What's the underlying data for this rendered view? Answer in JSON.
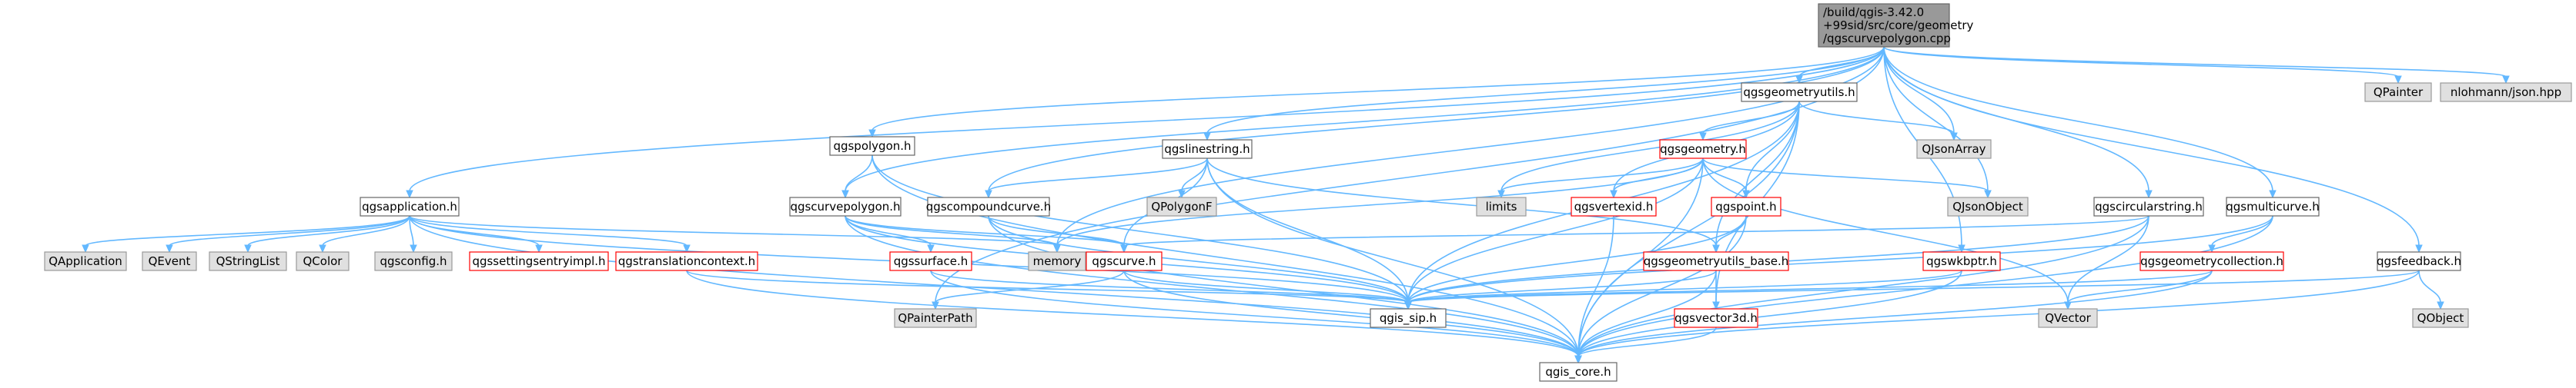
{
  "colors": {
    "root_fill": "#999999",
    "root_stroke": "#666666",
    "normal_fill": "#ffffff",
    "normal_stroke": "#666666",
    "red_stroke": "#ff0000",
    "grey_fill": "#e0e0e0",
    "grey_stroke": "#999999",
    "edge": "#63b8ff"
  },
  "nodes": [
    {
      "id": "root",
      "kind": "root",
      "lines": [
        "/build/qgis-3.42.0",
        "+99sid/src/core/geometry",
        "/qgscurvepolygon.cpp"
      ]
    },
    {
      "id": "qgspolygon_h",
      "kind": "normal",
      "lines": [
        "qgspolygon.h"
      ]
    },
    {
      "id": "qgslinestring_h",
      "kind": "normal",
      "lines": [
        "qgslinestring.h"
      ]
    },
    {
      "id": "qgsgeometryutils_h",
      "kind": "normal",
      "lines": [
        "qgsgeometryutils.h"
      ]
    },
    {
      "id": "qgscircularstring_h",
      "kind": "normal",
      "lines": [
        "qgscircularstring.h"
      ]
    },
    {
      "id": "qgsmulticurve_h",
      "kind": "normal",
      "lines": [
        "qgsmulticurve.h"
      ]
    },
    {
      "id": "qgsfeedback_h",
      "kind": "normal",
      "lines": [
        "qgsfeedback.h"
      ]
    },
    {
      "id": "QPainter",
      "kind": "grey",
      "lines": [
        "QPainter"
      ]
    },
    {
      "id": "nlohmann",
      "kind": "grey",
      "lines": [
        "nlohmann/json.hpp"
      ]
    },
    {
      "id": "qgsapplication_h",
      "kind": "normal",
      "lines": [
        "qgsapplication.h"
      ]
    },
    {
      "id": "qgscurvepolygon_h",
      "kind": "normal",
      "lines": [
        "qgscurvepolygon.h"
      ]
    },
    {
      "id": "qgscompoundcurve_h",
      "kind": "normal",
      "lines": [
        "qgscompoundcurve.h"
      ]
    },
    {
      "id": "QPolygonF",
      "kind": "grey",
      "lines": [
        "QPolygonF"
      ]
    },
    {
      "id": "qgsgeometry_h",
      "kind": "red",
      "lines": [
        "qgsgeometry.h"
      ]
    },
    {
      "id": "limits",
      "kind": "grey",
      "lines": [
        "limits"
      ]
    },
    {
      "id": "qgsvertexid_h",
      "kind": "red",
      "lines": [
        "qgsvertexid.h"
      ]
    },
    {
      "id": "qgspoint_h",
      "kind": "red",
      "lines": [
        "qgspoint.h"
      ]
    },
    {
      "id": "QJsonArray",
      "kind": "grey",
      "lines": [
        "QJsonArray"
      ]
    },
    {
      "id": "QJsonObject",
      "kind": "grey",
      "lines": [
        "QJsonObject"
      ]
    },
    {
      "id": "QApplication",
      "kind": "grey",
      "lines": [
        "QApplication"
      ]
    },
    {
      "id": "QEvent",
      "kind": "grey",
      "lines": [
        "QEvent"
      ]
    },
    {
      "id": "QStringList",
      "kind": "grey",
      "lines": [
        "QStringList"
      ]
    },
    {
      "id": "QColor",
      "kind": "grey",
      "lines": [
        "QColor"
      ]
    },
    {
      "id": "qgsconfig_h",
      "kind": "grey",
      "lines": [
        "qgsconfig.h"
      ]
    },
    {
      "id": "qgssettingsentryimpl_h",
      "kind": "red",
      "lines": [
        "qgssettingsentryimpl.h"
      ]
    },
    {
      "id": "qgstranslationcontext_h",
      "kind": "red",
      "lines": [
        "qgstranslationcontext.h"
      ]
    },
    {
      "id": "qgssurface_h",
      "kind": "red",
      "lines": [
        "qgssurface.h"
      ]
    },
    {
      "id": "memory",
      "kind": "grey",
      "lines": [
        "memory"
      ]
    },
    {
      "id": "qgscurve_h",
      "kind": "red",
      "lines": [
        "qgscurve.h"
      ]
    },
    {
      "id": "qgsgeometryutils_base_h",
      "kind": "red",
      "lines": [
        "qgsgeometryutils_base.h"
      ]
    },
    {
      "id": "qgswkbptr_h",
      "kind": "red",
      "lines": [
        "qgswkbptr.h"
      ]
    },
    {
      "id": "qgsgeometrycollection_h",
      "kind": "red",
      "lines": [
        "qgsgeometrycollection.h"
      ]
    },
    {
      "id": "QPainterPath",
      "kind": "grey",
      "lines": [
        "QPainterPath"
      ]
    },
    {
      "id": "qgis_sip_h",
      "kind": "normal",
      "lines": [
        "qgis_sip.h"
      ]
    },
    {
      "id": "qgsvector3d_h",
      "kind": "red",
      "lines": [
        "qgsvector3d.h"
      ]
    },
    {
      "id": "QVector",
      "kind": "grey",
      "lines": [
        "QVector"
      ]
    },
    {
      "id": "QObject",
      "kind": "grey",
      "lines": [
        "QObject"
      ]
    },
    {
      "id": "qgis_core_h",
      "kind": "normal",
      "lines": [
        "qgis_core.h"
      ]
    }
  ],
  "edges": [
    [
      "root",
      "qgsapplication_h"
    ],
    [
      "root",
      "qgspolygon_h"
    ],
    [
      "root",
      "qgscurvepolygon_h"
    ],
    [
      "root",
      "qgscompoundcurve_h"
    ],
    [
      "root",
      "qgslinestring_h"
    ],
    [
      "root",
      "qgsgeometryutils_h"
    ],
    [
      "root",
      "qgscircularstring_h"
    ],
    [
      "root",
      "qgsmulticurve_h"
    ],
    [
      "root",
      "qgsfeedback_h"
    ],
    [
      "root",
      "QPainter"
    ],
    [
      "root",
      "nlohmann"
    ],
    [
      "root",
      "QJsonArray"
    ],
    [
      "root",
      "QJsonObject"
    ],
    [
      "root",
      "memory"
    ],
    [
      "root",
      "qgswkbptr_h"
    ],
    [
      "root",
      "QPainterPath"
    ],
    [
      "qgspolygon_h",
      "qgscurvepolygon_h"
    ],
    [
      "qgspolygon_h",
      "qgis_core_h"
    ],
    [
      "qgspolygon_h",
      "qgis_sip_h"
    ],
    [
      "qgslinestring_h",
      "qgscompoundcurve_h"
    ],
    [
      "qgslinestring_h",
      "QPolygonF"
    ],
    [
      "qgslinestring_h",
      "qgscurve_h"
    ],
    [
      "qgslinestring_h",
      "qgis_sip_h"
    ],
    [
      "qgslinestring_h",
      "qgis_core_h"
    ],
    [
      "qgslinestring_h",
      "qgsgeometryutils_base_h"
    ],
    [
      "qgsgeometryutils_h",
      "qgsgeometry_h"
    ],
    [
      "qgsgeometryutils_h",
      "limits"
    ],
    [
      "qgsgeometryutils_h",
      "qgsvertexid_h"
    ],
    [
      "qgsgeometryutils_h",
      "qgspoint_h"
    ],
    [
      "qgsgeometryutils_h",
      "QJsonArray"
    ],
    [
      "qgsgeometryutils_h",
      "qgsgeometryutils_base_h"
    ],
    [
      "qgsgeometryutils_h",
      "qgsvector3d_h"
    ],
    [
      "qgsgeometryutils_h",
      "qgis_sip_h"
    ],
    [
      "qgsgeometryutils_h",
      "qgis_core_h"
    ],
    [
      "qgsgeometry_h",
      "limits"
    ],
    [
      "qgsgeometry_h",
      "qgsvertexid_h"
    ],
    [
      "qgsgeometry_h",
      "qgspoint_h"
    ],
    [
      "qgsgeometry_h",
      "QJsonObject"
    ],
    [
      "qgsgeometry_h",
      "memory"
    ],
    [
      "qgsgeometry_h",
      "qgis_sip_h"
    ],
    [
      "qgsgeometry_h",
      "qgis_core_h"
    ],
    [
      "qgsgeometry_h",
      "QVector"
    ],
    [
      "qgspoint_h",
      "qgis_sip_h"
    ],
    [
      "qgspoint_h",
      "qgis_core_h"
    ],
    [
      "qgspoint_h",
      "qgsgeometryutils_base_h"
    ],
    [
      "qgsvertexid_h",
      "qgis_core_h"
    ],
    [
      "qgsgeometryutils_base_h",
      "qgis_sip_h"
    ],
    [
      "qgsgeometryutils_base_h",
      "qgis_core_h"
    ],
    [
      "qgsgeometryutils_base_h",
      "qgsvector3d_h"
    ],
    [
      "qgsvector3d_h",
      "qgis_core_h"
    ],
    [
      "qgscircularstring_h",
      "qgscurve_h"
    ],
    [
      "qgscircularstring_h",
      "qgis_sip_h"
    ],
    [
      "qgscircularstring_h",
      "qgis_core_h"
    ],
    [
      "qgscircularstring_h",
      "QVector"
    ],
    [
      "qgsmulticurve_h",
      "qgsgeometrycollection_h"
    ],
    [
      "qgsmulticurve_h",
      "qgis_sip_h"
    ],
    [
      "qgsmulticurve_h",
      "qgis_core_h"
    ],
    [
      "qgsgeometrycollection_h",
      "qgis_sip_h"
    ],
    [
      "qgsgeometrycollection_h",
      "qgis_core_h"
    ],
    [
      "qgsgeometrycollection_h",
      "QVector"
    ],
    [
      "qgsfeedback_h",
      "QObject"
    ],
    [
      "qgsfeedback_h",
      "qgis_sip_h"
    ],
    [
      "qgsfeedback_h",
      "qgis_core_h"
    ],
    [
      "qgswkbptr_h",
      "qgis_sip_h"
    ],
    [
      "qgswkbptr_h",
      "qgis_core_h"
    ],
    [
      "qgsapplication_h",
      "QApplication"
    ],
    [
      "qgsapplication_h",
      "QEvent"
    ],
    [
      "qgsapplication_h",
      "QStringList"
    ],
    [
      "qgsapplication_h",
      "QColor"
    ],
    [
      "qgsapplication_h",
      "qgsconfig_h"
    ],
    [
      "qgsapplication_h",
      "qgssettingsentryimpl_h"
    ],
    [
      "qgsapplication_h",
      "qgstranslationcontext_h"
    ],
    [
      "qgsapplication_h",
      "memory"
    ],
    [
      "qgsapplication_h",
      "qgis_sip_h"
    ],
    [
      "qgsapplication_h",
      "qgis_core_h"
    ],
    [
      "qgstranslationcontext_h",
      "qgis_sip_h"
    ],
    [
      "qgstranslationcontext_h",
      "qgis_core_h"
    ],
    [
      "qgscurvepolygon_h",
      "qgssurface_h"
    ],
    [
      "qgscurvepolygon_h",
      "qgscurve_h"
    ],
    [
      "qgscurvepolygon_h",
      "memory"
    ],
    [
      "qgscurvepolygon_h",
      "qgis_sip_h"
    ],
    [
      "qgscurvepolygon_h",
      "qgis_core_h"
    ],
    [
      "qgscompoundcurve_h",
      "qgscurve_h"
    ],
    [
      "qgscompoundcurve_h",
      "qgis_sip_h"
    ],
    [
      "qgscompoundcurve_h",
      "qgis_core_h"
    ],
    [
      "qgssurface_h",
      "qgis_sip_h"
    ],
    [
      "qgssurface_h",
      "qgis_core_h"
    ],
    [
      "qgscurve_h",
      "QPainterPath"
    ],
    [
      "qgscurve_h",
      "qgis_sip_h"
    ],
    [
      "qgscurve_h",
      "qgis_core_h"
    ]
  ]
}
